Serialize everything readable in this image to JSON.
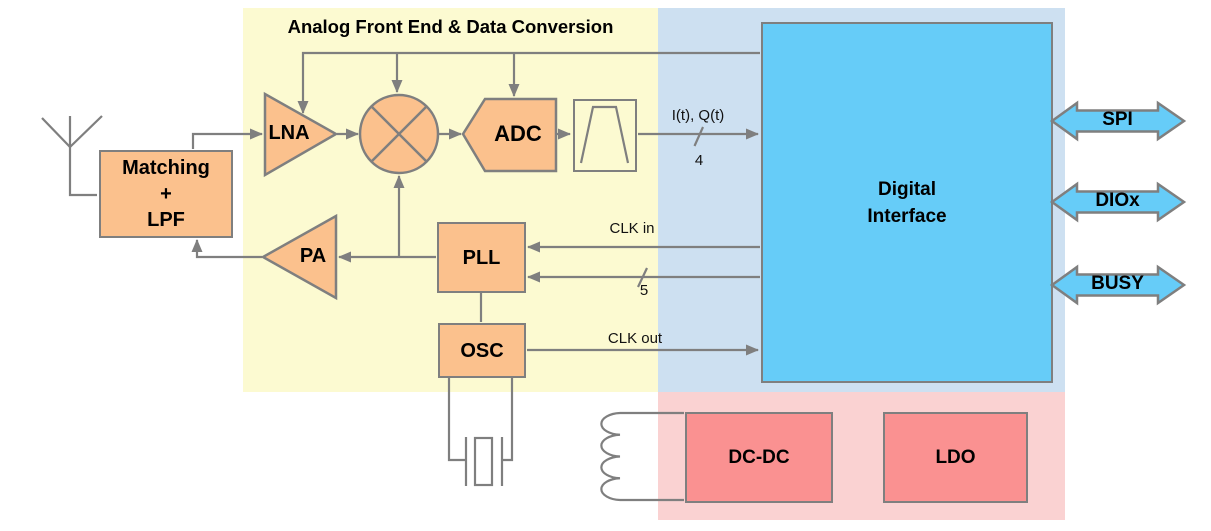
{
  "diagram": {
    "title": "Analog Front End & Data Conversion",
    "blocks": {
      "matching": {
        "lines": [
          "Matching",
          "+",
          "LPF"
        ]
      },
      "lna": {
        "label": "LNA"
      },
      "pa": {
        "label": "PA"
      },
      "adc": {
        "label": "ADC"
      },
      "pll": {
        "label": "PLL"
      },
      "osc": {
        "label": "OSC"
      },
      "digital_interface": {
        "lines": [
          "Digital",
          "Interface"
        ]
      },
      "dcdc": {
        "label": "DC-DC"
      },
      "ldo": {
        "label": "LDO"
      }
    },
    "ports": {
      "spi": {
        "label": "SPI"
      },
      "diox": {
        "label": "DIOx"
      },
      "busy": {
        "label": "BUSY"
      }
    },
    "signals": {
      "iq": {
        "label": "I(t), Q(t)",
        "bus_width": "4"
      },
      "clk_in": {
        "label": "CLK in"
      },
      "pll_bus": {
        "bus_width": "5"
      },
      "clk_out": {
        "label": "CLK out"
      }
    },
    "colors": {
      "analog_region": "#FCFAD1",
      "digital_region": "#CDE0F1",
      "power_region": "#FAD2D2",
      "analog_block_fill": "#FBC18D",
      "digital_block_fill": "#66CCF8",
      "power_block_fill": "#FA9191",
      "border_and_lines": "#7F7F7F"
    }
  }
}
